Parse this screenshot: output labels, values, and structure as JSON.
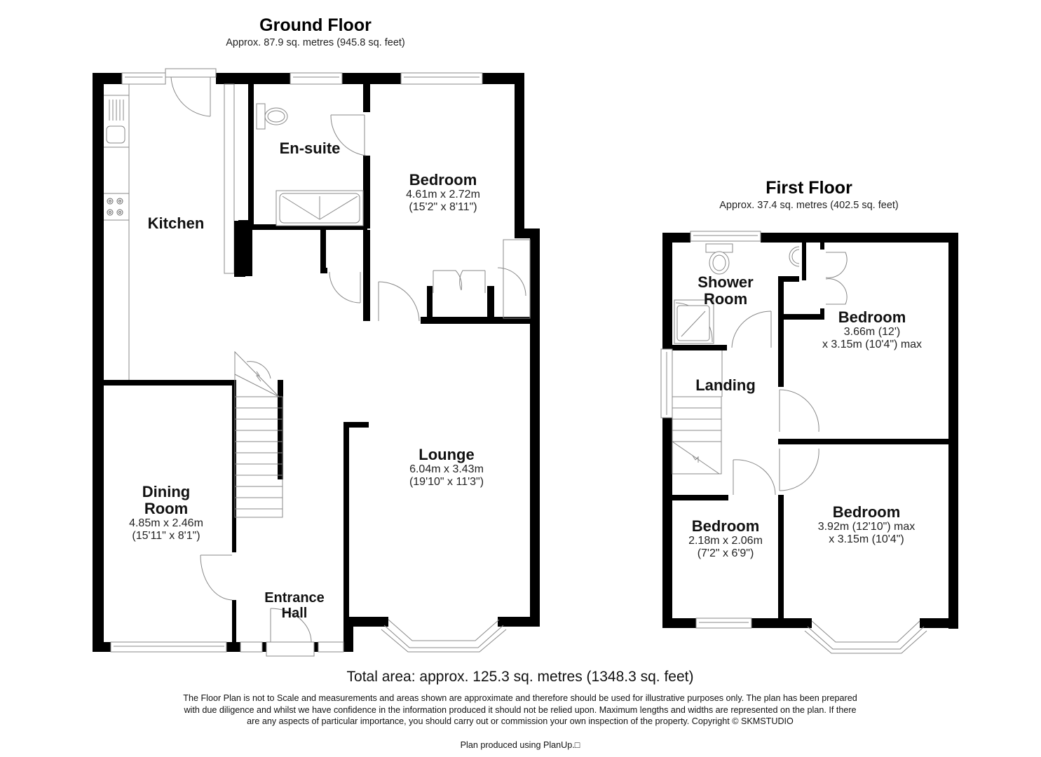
{
  "ground_floor": {
    "title": "Ground Floor",
    "area": "Approx. 87.9 sq. metres (945.8 sq. feet)",
    "rooms": [
      {
        "name": "Kitchen",
        "dim1": "",
        "dim2": ""
      },
      {
        "name": "En-suite",
        "dim1": "",
        "dim2": ""
      },
      {
        "name": "Bedroom",
        "dim1": "4.61m x 2.72m",
        "dim2": "(15'2\" x 8'11\")"
      },
      {
        "name": "Lounge",
        "dim1": "6.04m x 3.43m",
        "dim2": "(19'10\" x 11'3\")"
      },
      {
        "name_line1": "Dining",
        "name_line2": "Room",
        "dim1": "4.85m x 2.46m",
        "dim2": "(15'11\" x 8'1\")"
      },
      {
        "name_line1": "Entrance",
        "name_line2": "Hall"
      }
    ]
  },
  "first_floor": {
    "title": "First Floor",
    "area": "Approx. 37.4 sq. metres (402.5 sq. feet)",
    "rooms": [
      {
        "name_line1": "Shower",
        "name_line2": "Room"
      },
      {
        "name": "Bedroom",
        "dim1": "3.66m (12')",
        "dim2": "x 3.15m (10'4\") max"
      },
      {
        "name": "Landing"
      },
      {
        "name": "Bedroom",
        "dim1": "2.18m x 2.06m",
        "dim2": "(7'2\" x 6'9\")"
      },
      {
        "name": "Bedroom",
        "dim1": "3.92m (12'10\") max",
        "dim2": "x 3.15m (10'4\")"
      }
    ]
  },
  "footer": {
    "total_area": "Total area: approx. 125.3 sq. metres (1348.3 sq. feet)",
    "disclaimer": "The Floor Plan is not to Scale and measurements and areas shown are approximate and therefore should be used for illustrative purposes only. The plan has been prepared with due diligence and whilst we have confidence in the information produced it should not be relied upon. Maximum lengths and widths are represented on the plan. If there are any aspects of particular importance, you should carry out or commission your own inspection of the property. Copyright © SKMSTUDIO",
    "credit": "Plan produced using PlanUp.□"
  },
  "colors": {
    "wall": "#000000",
    "fixture_line": "#888888",
    "background": "#ffffff"
  }
}
